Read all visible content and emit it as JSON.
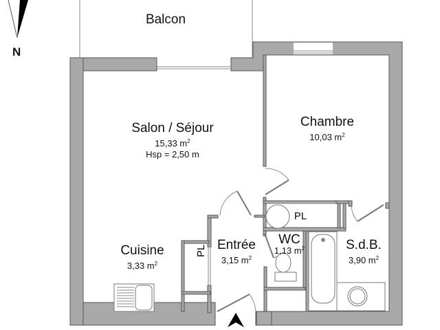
{
  "compass": {
    "label": "N",
    "icon": "north-arrow-icon"
  },
  "rooms": {
    "balcon": {
      "name": "Balcon"
    },
    "salon": {
      "name": "Salon / Séjour",
      "area": "15,33 m",
      "area_unit_sup": "2",
      "height_note": "Hsp = 2,50 m"
    },
    "chambre": {
      "name": "Chambre",
      "area": "10,03 m",
      "area_unit_sup": "2"
    },
    "cuisine": {
      "name": "Cuisine",
      "area": "3,33 m",
      "area_unit_sup": "2"
    },
    "entree": {
      "name": "Entrée",
      "area": "3,15 m",
      "area_unit_sup": "2"
    },
    "wc": {
      "name": "WC",
      "area": "1,13 m",
      "area_unit_sup": "2"
    },
    "sdb": {
      "name": "S.d.B.",
      "area": "3,90 m",
      "area_unit_sup": "2"
    }
  },
  "closets": {
    "pl_top": "PL",
    "pl_left": "PL"
  },
  "entrance": {
    "icon": "entrance-arrow-icon"
  },
  "colors": {
    "wall": "#a9a9a9",
    "wall_edge": "#555555",
    "line": "#8a8a8a"
  }
}
